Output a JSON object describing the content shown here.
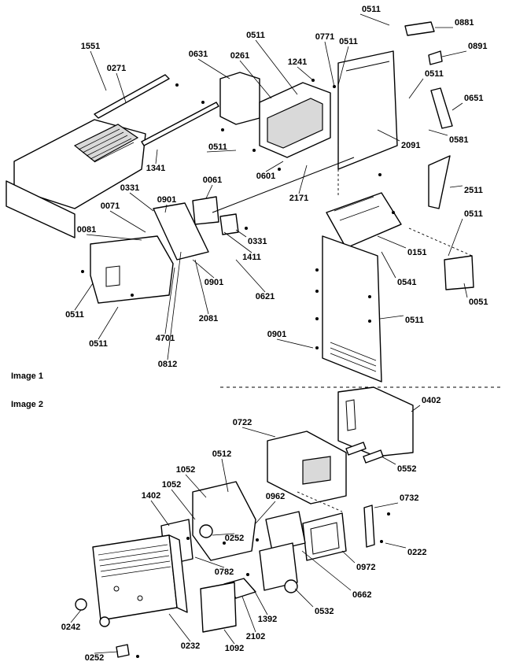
{
  "images": [
    {
      "title": "Image 1",
      "callouts": [
        "0511",
        "0881",
        "0891",
        "1551",
        "0271",
        "0631",
        "0261",
        "0511",
        "1241",
        "0771",
        "0511",
        "0511",
        "0651",
        "0581",
        "2091",
        "1341",
        "0511",
        "0601",
        "2171",
        "2511",
        "0061",
        "0331",
        "0901",
        "0071",
        "0081",
        "0331",
        "1411",
        "0511",
        "0151",
        "0541",
        "0901",
        "0621",
        "0051",
        "0511",
        "2081",
        "0511",
        "4701",
        "0511",
        "0901"
      ]
    },
    {
      "title": "Image 2",
      "callouts": [
        "0812",
        "0402",
        "0722",
        "0552",
        "0512",
        "1052",
        "1052",
        "0962",
        "0732",
        "1402",
        "0252",
        "0782",
        "0972",
        "0222",
        "0532",
        "0662",
        "1392",
        "0242",
        "0232",
        "2102",
        "1092",
        "0252"
      ]
    }
  ]
}
